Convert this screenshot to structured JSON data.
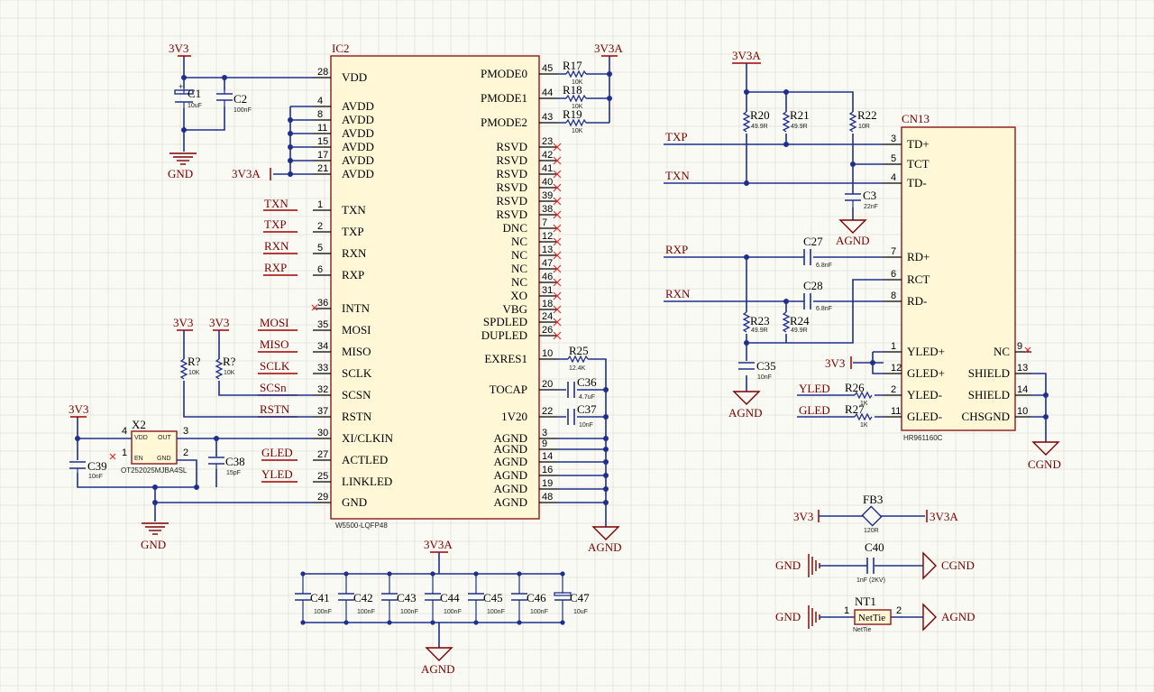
{
  "ic2": {
    "designator": "IC2",
    "part": "W5500-LQFP48",
    "left_pins": [
      {
        "num": "28",
        "name": "VDD"
      },
      {
        "num": "4",
        "name": "AVDD"
      },
      {
        "num": "8",
        "name": "AVDD"
      },
      {
        "num": "11",
        "name": "AVDD"
      },
      {
        "num": "15",
        "name": "AVDD"
      },
      {
        "num": "17",
        "name": "AVDD"
      },
      {
        "num": "21",
        "name": "AVDD"
      },
      {
        "num": "1",
        "name": "TXN"
      },
      {
        "num": "2",
        "name": "TXP"
      },
      {
        "num": "5",
        "name": "RXN"
      },
      {
        "num": "6",
        "name": "RXP"
      },
      {
        "num": "36",
        "name": "INTN"
      },
      {
        "num": "35",
        "name": "MOSI"
      },
      {
        "num": "34",
        "name": "MISO"
      },
      {
        "num": "33",
        "name": "SCLK"
      },
      {
        "num": "32",
        "name": "SCSN"
      },
      {
        "num": "37",
        "name": "RSTN"
      },
      {
        "num": "30",
        "name": "XI/CLKIN"
      },
      {
        "num": "27",
        "name": "ACTLED"
      },
      {
        "num": "25",
        "name": "LINKLED"
      },
      {
        "num": "29",
        "name": "GND"
      }
    ],
    "right_pins": [
      {
        "num": "45",
        "name": "PMODE0"
      },
      {
        "num": "44",
        "name": "PMODE1"
      },
      {
        "num": "43",
        "name": "PMODE2"
      },
      {
        "num": "23",
        "name": "RSVD"
      },
      {
        "num": "42",
        "name": "RSVD"
      },
      {
        "num": "41",
        "name": "RSVD"
      },
      {
        "num": "40",
        "name": "RSVD"
      },
      {
        "num": "39",
        "name": "RSVD"
      },
      {
        "num": "38",
        "name": "RSVD"
      },
      {
        "num": "7",
        "name": "DNC"
      },
      {
        "num": "12",
        "name": "NC"
      },
      {
        "num": "13",
        "name": "NC"
      },
      {
        "num": "47",
        "name": "NC"
      },
      {
        "num": "46",
        "name": "NC"
      },
      {
        "num": "31",
        "name": "XO"
      },
      {
        "num": "18",
        "name": "VBG"
      },
      {
        "num": "24",
        "name": "SPDLED"
      },
      {
        "num": "26",
        "name": "DUPLED"
      },
      {
        "num": "10",
        "name": "EXRES1"
      },
      {
        "num": "20",
        "name": "TOCAP"
      },
      {
        "num": "22",
        "name": "1V20"
      },
      {
        "num": "3",
        "name": "AGND"
      },
      {
        "num": "9",
        "name": "AGND"
      },
      {
        "num": "14",
        "name": "AGND"
      },
      {
        "num": "16",
        "name": "AGND"
      },
      {
        "num": "19",
        "name": "AGND"
      },
      {
        "num": "48",
        "name": "AGND"
      }
    ]
  },
  "cn13": {
    "designator": "CN13",
    "part": "HR961160C",
    "left_pins": [
      {
        "num": "3",
        "name": "TD+"
      },
      {
        "num": "5",
        "name": "TCT"
      },
      {
        "num": "4",
        "name": "TD-"
      },
      {
        "num": "7",
        "name": "RD+"
      },
      {
        "num": "6",
        "name": "RCT"
      },
      {
        "num": "8",
        "name": "RD-"
      },
      {
        "num": "1",
        "name": "YLED+"
      },
      {
        "num": "12",
        "name": "GLED+"
      },
      {
        "num": "2",
        "name": "YLED-"
      },
      {
        "num": "11",
        "name": "GLED-"
      }
    ],
    "right_pins": [
      {
        "num": "9",
        "name": "NC"
      },
      {
        "num": "13",
        "name": "SHIELD"
      },
      {
        "num": "14",
        "name": "SHIELD"
      },
      {
        "num": "10",
        "name": "CHSGND"
      }
    ]
  },
  "x2": {
    "designator": "X2",
    "part": "OT252025MJBA4SL",
    "pins": {
      "vdd": "VDD",
      "out": "OUT",
      "en": "EN",
      "gnd": "GND",
      "p4": "4",
      "p3": "3",
      "p1": "1",
      "p2": "2"
    }
  },
  "components": {
    "c1": {
      "ref": "C1",
      "val": "10uF"
    },
    "c2": {
      "ref": "C2",
      "val": "100nF"
    },
    "r17": {
      "ref": "R17",
      "val": "10K"
    },
    "r18": {
      "ref": "R18",
      "val": "10K"
    },
    "r19": {
      "ref": "R19",
      "val": "10K"
    },
    "r25": {
      "ref": "R25",
      "val": "12.4K"
    },
    "c36": {
      "ref": "C36",
      "val": "4.7uF"
    },
    "c37": {
      "ref": "C37",
      "val": "10nF"
    },
    "rq1": {
      "ref": "R?",
      "val": "10K"
    },
    "rq2": {
      "ref": "R?",
      "val": "10K"
    },
    "c38": {
      "ref": "C38",
      "val": "15pF"
    },
    "c39": {
      "ref": "C39",
      "val": "10nF"
    },
    "r20": {
      "ref": "R20",
      "val": "49.9R"
    },
    "r21": {
      "ref": "R21",
      "val": "49.9R"
    },
    "r22": {
      "ref": "R22",
      "val": "10R"
    },
    "c3": {
      "ref": "C3",
      "val": "22nF"
    },
    "c27": {
      "ref": "C27",
      "val": "6.8nF"
    },
    "c28": {
      "ref": "C28",
      "val": "6.8nF"
    },
    "r23": {
      "ref": "R23",
      "val": "49.9R"
    },
    "r24": {
      "ref": "R24",
      "val": "49.9R"
    },
    "c35": {
      "ref": "C35",
      "val": "10nF"
    },
    "r26": {
      "ref": "R26",
      "val": "1K"
    },
    "r27": {
      "ref": "R27",
      "val": "1K"
    },
    "c41": {
      "ref": "C41",
      "val": "100nF"
    },
    "c42": {
      "ref": "C42",
      "val": "100nF"
    },
    "c43": {
      "ref": "C43",
      "val": "100nF"
    },
    "c44": {
      "ref": "C44",
      "val": "100nF"
    },
    "c45": {
      "ref": "C45",
      "val": "100nF"
    },
    "c46": {
      "ref": "C46",
      "val": "100nF"
    },
    "c47": {
      "ref": "C47",
      "val": "10uF"
    },
    "fb3": {
      "ref": "FB3",
      "val": "120R"
    },
    "c40": {
      "ref": "C40",
      "val": "1nF (2KV)"
    },
    "nt1": {
      "ref": "NT1",
      "val": "NetTie",
      "label": "NetTie",
      "p1": "1",
      "p2": "2"
    }
  },
  "nets": {
    "v3v3": "3V3",
    "v3v3a": "3V3A",
    "gnd": "GND",
    "agnd": "AGND",
    "cgnd": "CGND",
    "txn": "TXN",
    "txp": "TXP",
    "rxn": "RXN",
    "rxp": "RXP",
    "mosi": "MOSI",
    "miso": "MISO",
    "sclk": "SCLK",
    "scsn": "SCSn",
    "rstn": "RSTN",
    "gled": "GLED",
    "yled": "YLED"
  },
  "colors": {
    "wire": "#1f2f8c",
    "net_label": "#7a0000",
    "body_fill": "#fff7d6",
    "body_stroke": "#8b1a1a",
    "no_connect": "#e03030",
    "grid": "#e6e6de",
    "background": "#fafaf4"
  }
}
